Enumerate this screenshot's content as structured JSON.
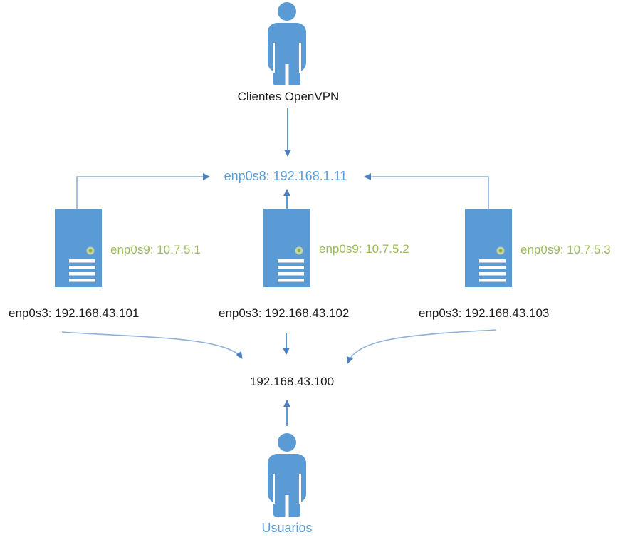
{
  "diagram": {
    "description": "OpenVPN load-balanced servers network diagram",
    "colors": {
      "node_fill_blue": "#5b9bd5",
      "connector_blue": "#8fb1d8",
      "arrowhead_blue": "#4f81bd",
      "text_blue": "#5b9bd5",
      "text_green": "#9bbb59",
      "text_black": "#1c1c1c",
      "led_outer_green": "#c3d69b",
      "led_inner_green": "#89aa4d",
      "server_vent_white": "#ffffff"
    },
    "icons": {
      "clients": "person-icon",
      "users": "person-icon",
      "server": "server-tower-icon",
      "led": "status-led-icon"
    },
    "labels": {
      "clients": "Clientes OpenVPN",
      "vpn_gateway_ip": "enp0s8: 192.168.1.11",
      "virtual_ip": "192.168.43.100",
      "users": "Usuarios"
    },
    "servers": [
      {
        "vpn_interface": "enp0s9: 10.7.5.1",
        "lan_interface": "enp0s3: 192.168.43.101"
      },
      {
        "vpn_interface": "enp0s9: 10.7.5.2",
        "lan_interface": "enp0s3: 192.168.43.102"
      },
      {
        "vpn_interface": "enp0s9: 10.7.5.3",
        "lan_interface": "enp0s3: 192.168.43.103"
      }
    ]
  }
}
